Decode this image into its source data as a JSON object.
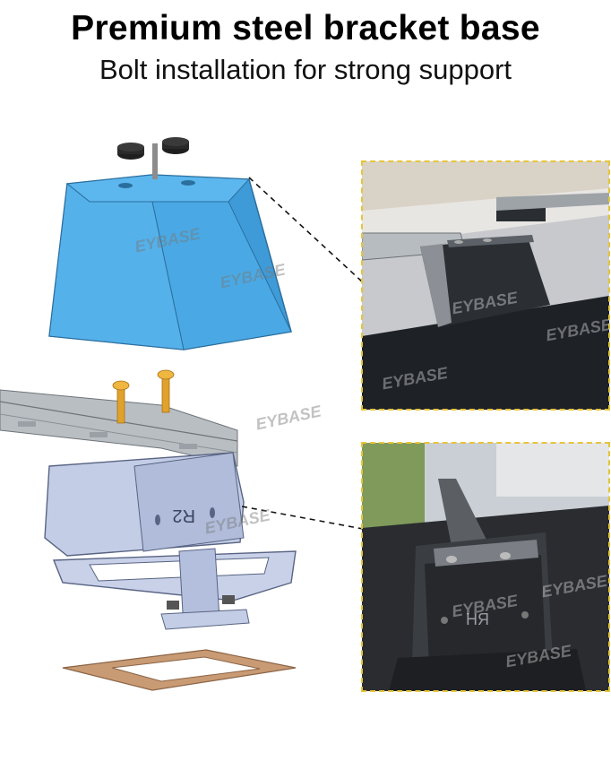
{
  "header": {
    "title": "Premium steel bracket base",
    "subtitle": "Bolt installation for strong support"
  },
  "labels": {
    "bracket_mark": "R2",
    "photo_mark": "RH"
  },
  "brand": {
    "watermark": "EYBASE"
  },
  "colors": {
    "cover_blue": "#4aa9e4",
    "bracket_gray": "#b6c2dd",
    "bolt_gold": "#e0a22a",
    "gasket_tan": "#c89b74",
    "frame_yellow": "#e7c43b"
  }
}
